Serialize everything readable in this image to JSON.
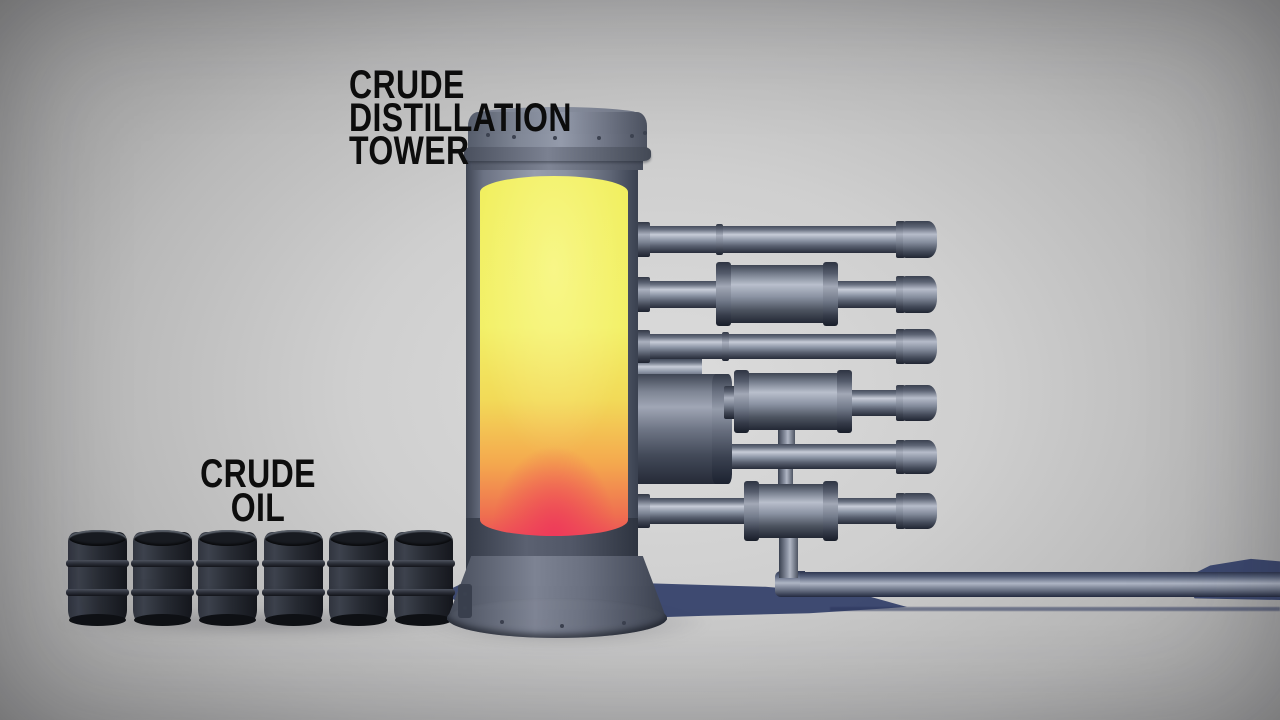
{
  "labels": {
    "tower": {
      "line1": "CRUDE DISTILLATION",
      "line2": "TOWER"
    },
    "feed": {
      "line1": "CRUDE",
      "line2": "OIL"
    }
  },
  "scene": {
    "barrel_count": 6,
    "components": [
      "crude-distillation-tower",
      "tower-top-cap",
      "tower-sight-window",
      "tower-base-skirt",
      "crude-oil-barrels",
      "side-draw-pipes",
      "heat-exchanger-drums",
      "reflux-drum",
      "bottoms-ground-pipe"
    ],
    "colors": {
      "background_center": "#dcdcdc",
      "background_edge": "#8b8b8b",
      "metal_light": "#c7ccd8",
      "metal_mid": "#9099a9",
      "metal_dark": "#272c3a",
      "glow_yellow": "#f1ef5e",
      "glow_orange": "#f4a84e",
      "glow_red": "#ed4358",
      "barrel_dark": "#23262e",
      "shadow_navy": "#34416a",
      "label_text": "#0d0d0d"
    }
  }
}
